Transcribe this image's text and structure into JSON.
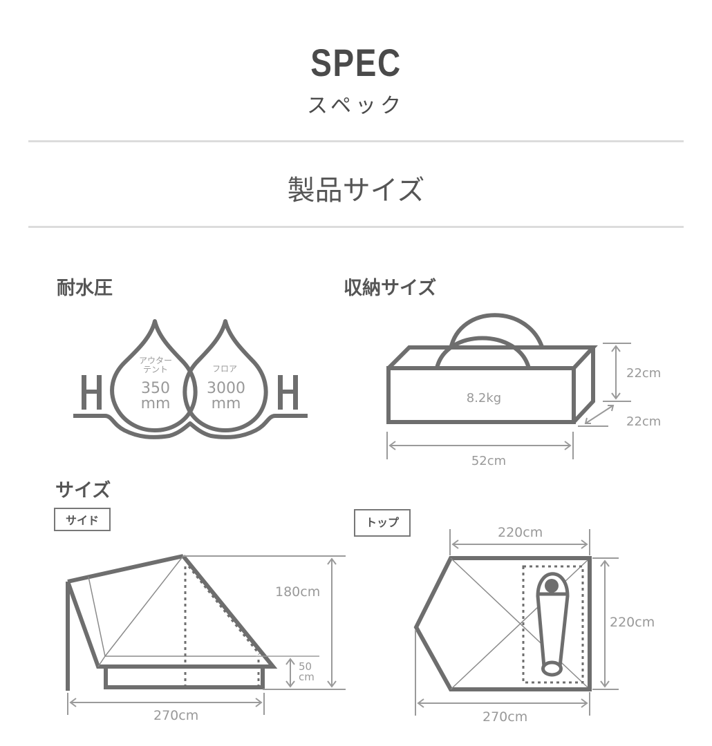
{
  "header": {
    "title": "SPEC",
    "subtitle": "スペック"
  },
  "section": {
    "title": "製品サイズ"
  },
  "water_pressure": {
    "heading": "耐水圧",
    "outer_tent": {
      "label_line1": "アウター",
      "label_line2": "テント",
      "value": "350",
      "unit": "mm"
    },
    "floor": {
      "label": "フロア",
      "value": "3000",
      "unit": "mm"
    },
    "h_letter": "H"
  },
  "storage": {
    "heading": "収納サイズ",
    "weight": "8.2kg",
    "width": "52cm",
    "height": "22cm",
    "depth": "22cm"
  },
  "size": {
    "heading": "サイズ",
    "side": {
      "tag": "サイド",
      "height": "180cm",
      "inner_height_value": "50",
      "inner_height_unit": "cm",
      "length": "270cm"
    },
    "top": {
      "tag": "トップ",
      "inner_width": "220cm",
      "depth": "220cm",
      "length": "270cm"
    }
  },
  "colors": {
    "outline": "#6e6e6e",
    "dimension": "#9a9a9a",
    "divider": "#dcdcdc",
    "text": "#555555"
  }
}
